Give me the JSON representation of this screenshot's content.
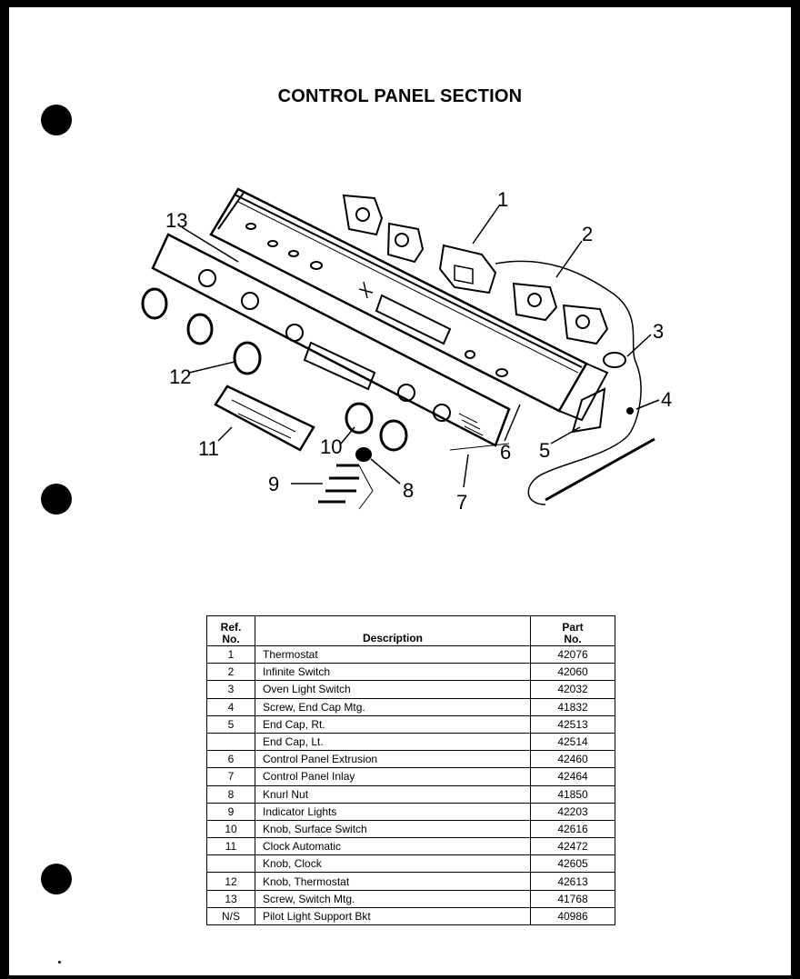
{
  "title": "CONTROL PANEL SECTION",
  "callouts": [
    "1",
    "2",
    "3",
    "4",
    "5",
    "6",
    "7",
    "8",
    "9",
    "10",
    "11",
    "12",
    "13"
  ],
  "table": {
    "headers": {
      "ref_line1": "Ref.",
      "ref_line2": "No.",
      "description": "Description",
      "part_line1": "Part",
      "part_line2": "No."
    },
    "rows": [
      {
        "ref": "1",
        "description": "Thermostat",
        "part": "42076"
      },
      {
        "ref": "2",
        "description": "Infinite Switch",
        "part": "42060"
      },
      {
        "ref": "3",
        "description": "Oven Light Switch",
        "part": "42032"
      },
      {
        "ref": "4",
        "description": "Screw, End Cap Mtg.",
        "part": "41832"
      },
      {
        "ref": "5",
        "description": "End Cap, Rt.",
        "part": "42513"
      },
      {
        "ref": "",
        "description": "End Cap, Lt.",
        "part": "42514"
      },
      {
        "ref": "6",
        "description": "Control Panel Extrusion",
        "part": "42460"
      },
      {
        "ref": "7",
        "description": "Control Panel Inlay",
        "part": "42464"
      },
      {
        "ref": "8",
        "description": "Knurl Nut",
        "part": "41850"
      },
      {
        "ref": "9",
        "description": "Indicator Lights",
        "part": "42203"
      },
      {
        "ref": "10",
        "description": "Knob, Surface Switch",
        "part": "42616"
      },
      {
        "ref": "11",
        "description": "Clock Automatic",
        "part": "42472"
      },
      {
        "ref": "",
        "description": "Knob, Clock",
        "part": "42605"
      },
      {
        "ref": "12",
        "description": "Knob, Thermostat",
        "part": "42613"
      },
      {
        "ref": "13",
        "description": "Screw, Switch Mtg.",
        "part": "41768"
      },
      {
        "ref": "N/S",
        "description": "Pilot Light Support Bkt",
        "part": "40986"
      }
    ]
  }
}
